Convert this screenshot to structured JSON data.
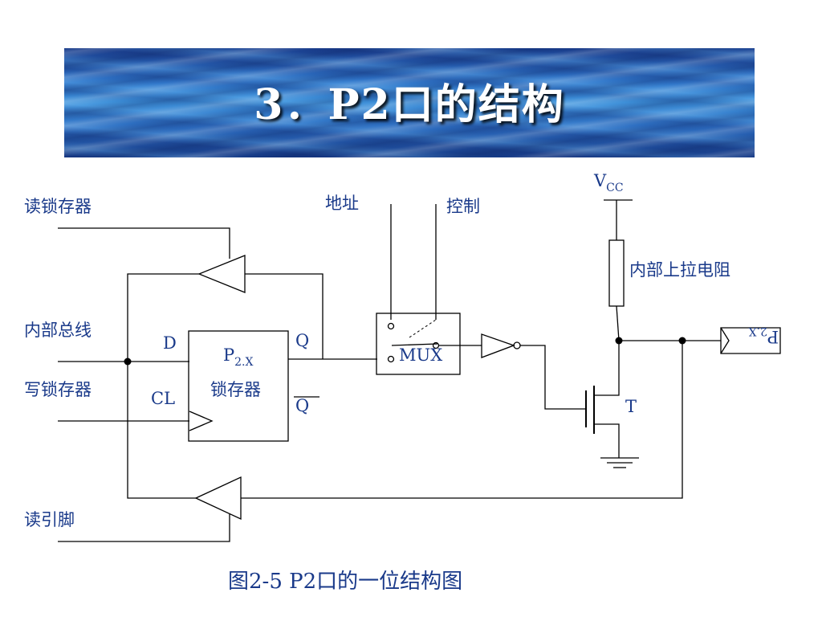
{
  "header": {
    "title": "3．P2口的结构"
  },
  "diagram": {
    "labels": {
      "read_latch": "读锁存器",
      "internal_bus": "内部总线",
      "write_latch": "写锁存器",
      "read_pin": "读引脚",
      "address": "地址",
      "control": "控制",
      "vcc_main": "V",
      "vcc_sub": "CC",
      "pullup": "内部上拉电阻",
      "d": "D",
      "cl": "CL",
      "q": "Q",
      "qbar": "Q",
      "latch_p": "P",
      "latch_sub": "2.X",
      "latch_name": "锁存器",
      "mux": "MUX",
      "transistor": "T",
      "pin_p": "P",
      "pin_sub": "2.X"
    },
    "caption": "图2-5  P2口的一位结构图"
  }
}
